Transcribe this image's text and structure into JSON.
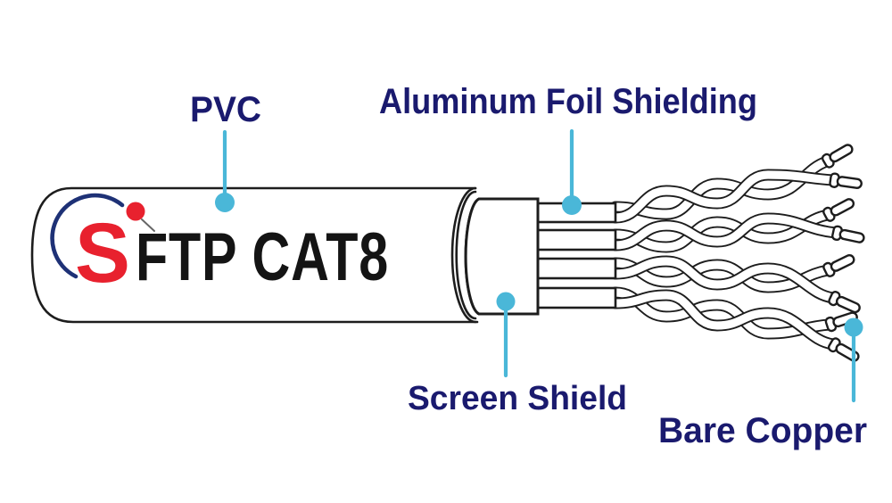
{
  "colors": {
    "accent": "#4ab7d8",
    "label": "#1a1a6e",
    "ink": "#1d1d1d",
    "logo_red": "#e8212e",
    "logo_blue": "#1e3176",
    "logo_text": "#141414",
    "background": "#ffffff"
  },
  "logo": {
    "initial": "S",
    "text": "FTP CAT8"
  },
  "callouts": [
    {
      "label": "PVC",
      "target": "pvc-jacket"
    },
    {
      "label": "Aluminum Foil Shielding",
      "target": "foil-band"
    },
    {
      "label": "Screen Shield",
      "target": "braid-shield"
    },
    {
      "label": "Bare Copper",
      "target": "bare-copper-tip"
    }
  ]
}
